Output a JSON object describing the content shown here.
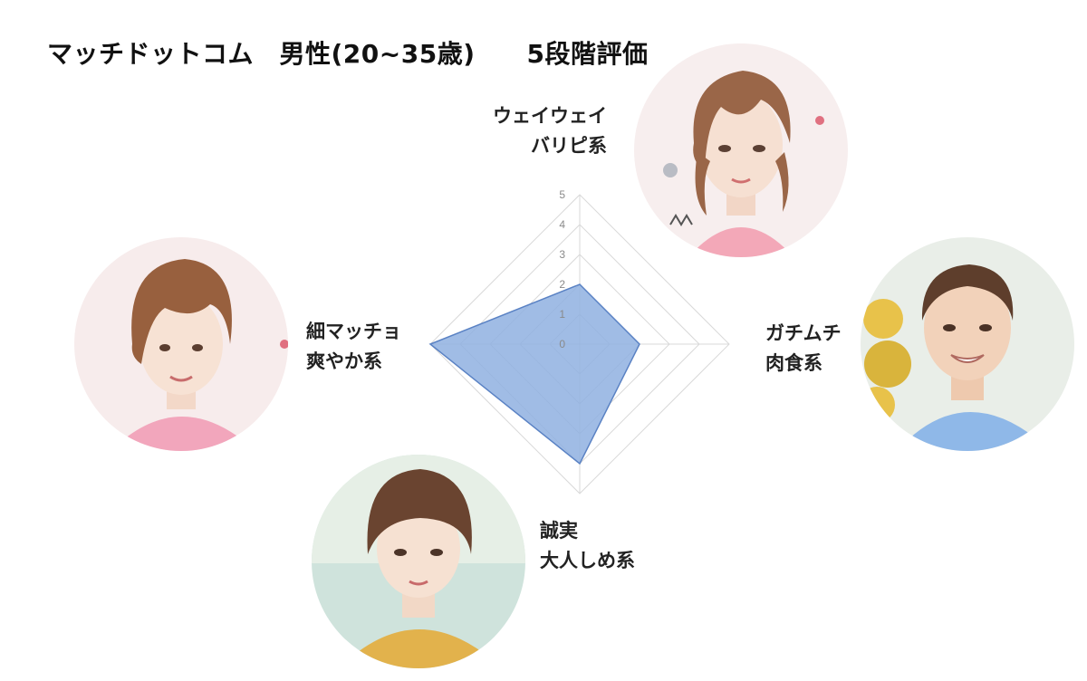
{
  "title": "マッチドットコム　男性(20~35歳)　　5段階評価",
  "chart_data": {
    "type": "radar",
    "title": "マッチドットコム　男性(20~35歳)　　5段階評価",
    "axes": [
      "ウェイウェイバリピ系",
      "ガチムチ肉食系",
      "誠実大人しめ系",
      "細マッチョ爽やか系"
    ],
    "axis_labels": [
      [
        "ウェイウェイ",
        "バリピ系"
      ],
      [
        "ガチムチ",
        "肉食系"
      ],
      [
        "誠実",
        "大人しめ系"
      ],
      [
        "細マッチョ",
        "爽やか系"
      ]
    ],
    "values": [
      2,
      2,
      4,
      5
    ],
    "rmax": 5,
    "ticks": [
      "0",
      "1",
      "2",
      "3",
      "4",
      "5"
    ],
    "fill_color": "#8fb0e0",
    "line_color": "#5a82c4",
    "grid_color": "#d9d9d9"
  }
}
